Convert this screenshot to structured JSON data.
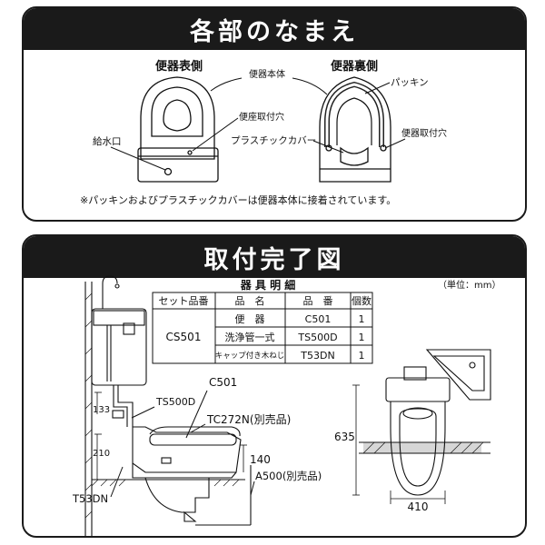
{
  "section1": {
    "title": "各部のなまえ",
    "front_label": "便器表側",
    "back_label": "便器裏側",
    "labels": {
      "body": "便器本体",
      "packing": "パッキン",
      "seat_hole": "便座取付穴",
      "plastic_cover": "プラスチックカバー",
      "supply_port": "給水口",
      "bowl_hole": "便器取付穴"
    },
    "note": "※パッキンおよびプラスチックカバーは便器本体に接着されています。"
  },
  "section2": {
    "title": "取付完了図",
    "unit": "（単位：mm）",
    "table": {
      "title": "器 具 明 細",
      "headers": [
        "セット品番",
        "品　名",
        "品　番",
        "個数"
      ],
      "set_number": "CS501",
      "rows": [
        {
          "name": "便　器",
          "code": "C501",
          "qty": "1"
        },
        {
          "name": "洗浄管一式",
          "code": "TS500D",
          "qty": "1"
        },
        {
          "name": "キャップ付き木ねじ",
          "code": "T53DN",
          "qty": "1"
        }
      ]
    },
    "callouts": {
      "c501": "C501",
      "ts500d": "TS500D",
      "tc272n": "TC272N(別売品)",
      "a500": "A500(別売品)",
      "t53dn": "T53DN"
    },
    "dimensions": {
      "d133": "133",
      "d210": "210",
      "d140": "140",
      "d635": "635",
      "d410": "410"
    }
  }
}
